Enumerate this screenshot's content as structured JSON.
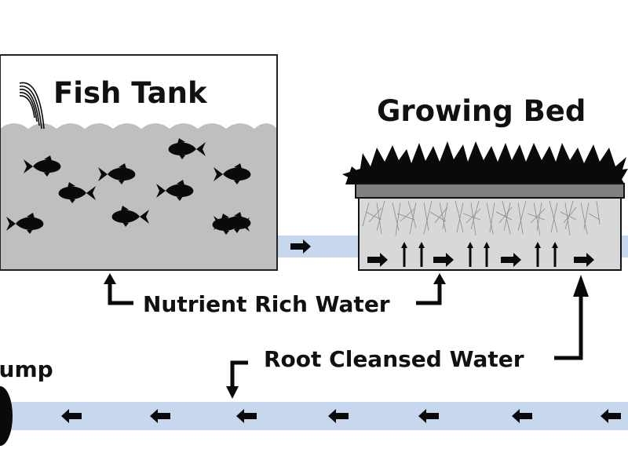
{
  "title": "Aquaponics System Diagram",
  "labels": {
    "fish_tank": "Fish Tank",
    "growing_bed": "Growing Bed",
    "nutrient_rich_water": "Nutrient Rich Water",
    "root_cleansed_water": "Root Cleansed Water",
    "pump": "Pump"
  },
  "colors": {
    "pipe": "#c6d7ee",
    "water": "#bfbfbf",
    "bed_fill": "#d8d8d8",
    "tray": "#7f7f7f",
    "ink": "#0a0a0a"
  },
  "components": [
    {
      "name": "fish-tank",
      "fish_count": 10
    },
    {
      "name": "growing-bed",
      "flow_arrows_right": 4,
      "flow_arrows_up": 6
    },
    {
      "name": "return-pipe",
      "flow_direction": "left",
      "arrow_count": 7
    },
    {
      "name": "feed-pipe",
      "flow_direction": "right",
      "arrow_count": 1
    }
  ]
}
